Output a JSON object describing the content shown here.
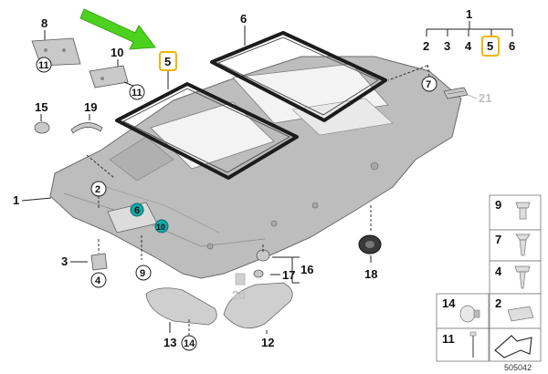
{
  "colors": {
    "arrow": "#4cd11f",
    "highlight_box": "#f0b400",
    "teal_badge": "#18a6a6",
    "headliner": "#bdbdbd",
    "gasket": "#1c1c1c"
  },
  "callouts": {
    "c1": "1",
    "c2": "2",
    "c3": "3",
    "c4": "4",
    "c5_top": "5",
    "c5_tree": "5",
    "c6": "6",
    "c6_tree": "6",
    "c7": "7",
    "c8": "8",
    "c9": "9",
    "c10": "10",
    "c11a": "11",
    "c11b": "11",
    "c12": "12",
    "c13": "13",
    "c14": "14",
    "c15": "15",
    "c16": "16",
    "c17": "17",
    "c18": "18",
    "c19": "19",
    "c20": "20",
    "c21": "21",
    "c2_tree": "2",
    "c3_tree": "3",
    "c4_tree": "4",
    "c1_tree": "1",
    "c2_small": "2",
    "c4_small": "4",
    "c6_badge": "6",
    "c10_badge": "10",
    "c7_circle": "7"
  },
  "grid": {
    "r1": "9",
    "r2": "7",
    "r3": "4",
    "r4a": "14",
    "r4b": "2",
    "r5": "11"
  },
  "diagram_id": "505042"
}
